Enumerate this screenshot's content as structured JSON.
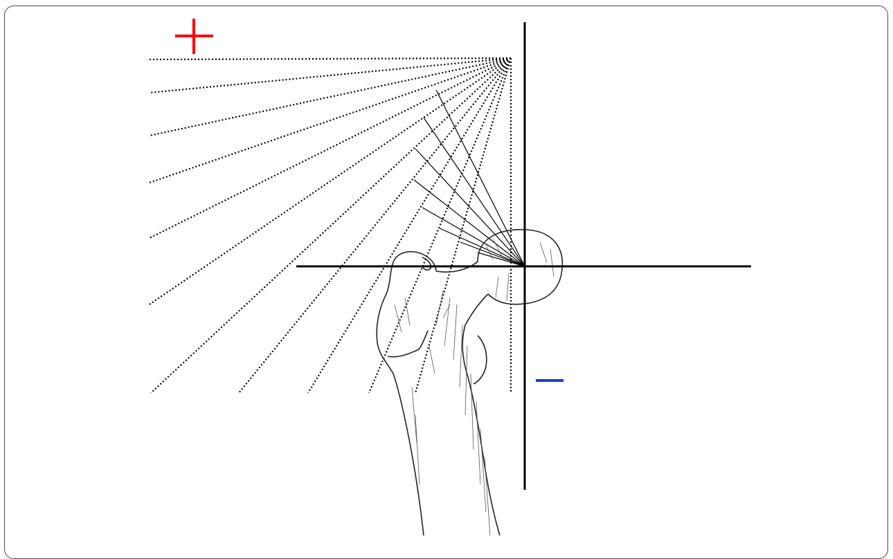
{
  "figure": {
    "type": "anatomical-diagram",
    "subject": "proximal-femur",
    "signs": {
      "positive": {
        "symbol": "+",
        "color": "#ff0000"
      },
      "negative": {
        "symbol": "−",
        "color": "#1a3cd6"
      }
    },
    "colors": {
      "axis": "#000000",
      "radial_lines": "#000000",
      "bone_outline": "#222222",
      "bone_shading": "#555555"
    },
    "radial_line_count": 12,
    "short_line_count": 8
  }
}
